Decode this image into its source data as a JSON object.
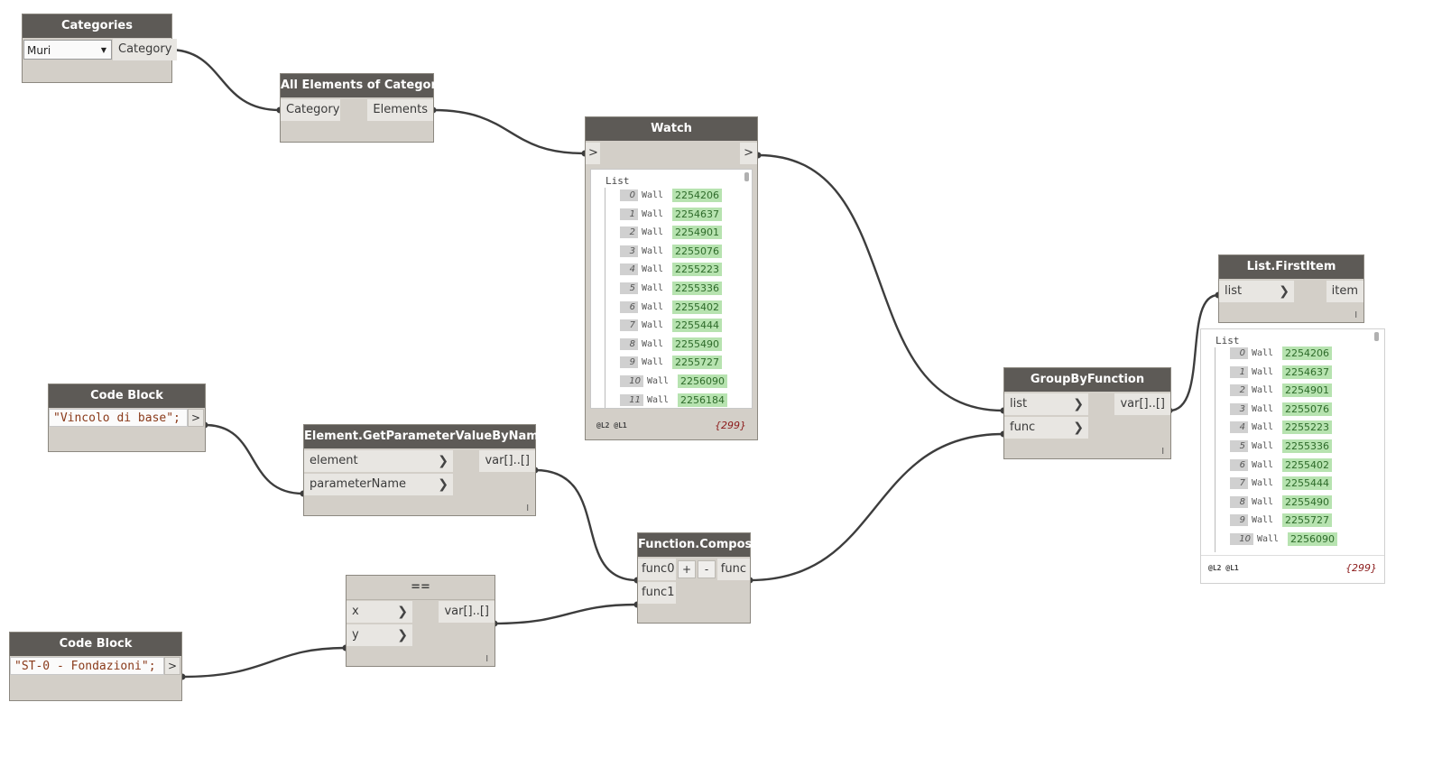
{
  "nodes": {
    "categories": {
      "title": "Categories",
      "dropdown_value": "Muri",
      "output": "Category"
    },
    "all_elements": {
      "title": "All Elements of Category",
      "input": "Category",
      "output": "Elements"
    },
    "watch": {
      "title": "Watch",
      "input": ">",
      "output": ">",
      "list_label": "List",
      "items": [
        {
          "index": "0",
          "type": "Wall",
          "id": "2254206"
        },
        {
          "index": "1",
          "type": "Wall",
          "id": "2254637"
        },
        {
          "index": "2",
          "type": "Wall",
          "id": "2254901"
        },
        {
          "index": "3",
          "type": "Wall",
          "id": "2255076"
        },
        {
          "index": "4",
          "type": "Wall",
          "id": "2255223"
        },
        {
          "index": "5",
          "type": "Wall",
          "id": "2255336"
        },
        {
          "index": "6",
          "type": "Wall",
          "id": "2255402"
        },
        {
          "index": "7",
          "type": "Wall",
          "id": "2255444"
        },
        {
          "index": "8",
          "type": "Wall",
          "id": "2255490"
        },
        {
          "index": "9",
          "type": "Wall",
          "id": "2255727"
        },
        {
          "index": "10",
          "type": "Wall",
          "id": "2256090"
        },
        {
          "index": "11",
          "type": "Wall",
          "id": "2256184"
        }
      ],
      "levels": "@L2 @L1",
      "count": "{299}"
    },
    "code_block_1": {
      "title": "Code Block",
      "code": "\"Vincolo di base\";",
      "output": ">"
    },
    "get_param": {
      "title": "Element.GetParameterValueByName",
      "input1": "element",
      "input2": "parameterName",
      "output": "var[]..[]",
      "lacing": "l"
    },
    "function_compose": {
      "title": "Function.Compose",
      "input1": "func0",
      "input2": "func1",
      "add": "+",
      "remove": "-",
      "output": "func"
    },
    "equals": {
      "title": "==",
      "input1": "x",
      "input2": "y",
      "output": "var[]..[]",
      "lacing": "l"
    },
    "code_block_2": {
      "title": "Code Block",
      "code": "\"ST-0 - Fondazioni\";",
      "output": ">"
    },
    "group_by": {
      "title": "GroupByFunction",
      "input1": "list",
      "input2": "func",
      "output": "var[]..[]",
      "lacing": "l"
    },
    "first_item": {
      "title": "List.FirstItem",
      "input": "list",
      "output": "item",
      "lacing": "l",
      "list_label": "List",
      "items": [
        {
          "index": "0",
          "type": "Wall",
          "id": "2254206"
        },
        {
          "index": "1",
          "type": "Wall",
          "id": "2254637"
        },
        {
          "index": "2",
          "type": "Wall",
          "id": "2254901"
        },
        {
          "index": "3",
          "type": "Wall",
          "id": "2255076"
        },
        {
          "index": "4",
          "type": "Wall",
          "id": "2255223"
        },
        {
          "index": "5",
          "type": "Wall",
          "id": "2255336"
        },
        {
          "index": "6",
          "type": "Wall",
          "id": "2255402"
        },
        {
          "index": "7",
          "type": "Wall",
          "id": "2255444"
        },
        {
          "index": "8",
          "type": "Wall",
          "id": "2255490"
        },
        {
          "index": "9",
          "type": "Wall",
          "id": "2255727"
        },
        {
          "index": "10",
          "type": "Wall",
          "id": "2256090"
        }
      ],
      "levels": "@L2 @L1",
      "count": "{299}"
    }
  },
  "colors": {
    "node_header": "#5d5a56",
    "node_body": "#d3cfc8",
    "wire": "#3d3d3d",
    "id_badge": "#b7e3b0",
    "count_text": "#8b1a1a"
  }
}
